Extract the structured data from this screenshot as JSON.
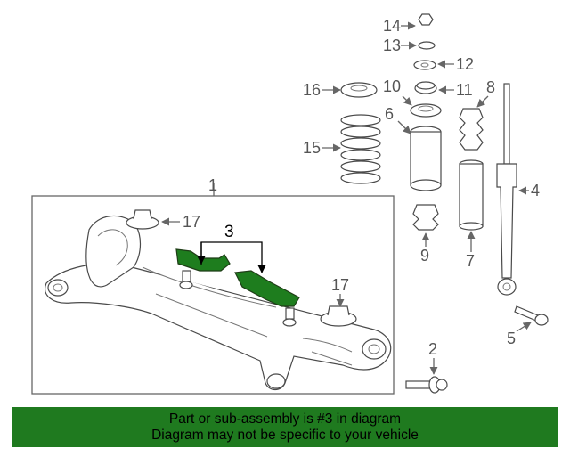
{
  "callouts": {
    "c1": "1",
    "c2": "2",
    "c3": "3",
    "c4": "4",
    "c5": "5",
    "c6": "6",
    "c7": "7",
    "c8": "8",
    "c9": "9",
    "c10": "10",
    "c11": "11",
    "c12": "12",
    "c13": "13",
    "c14": "14",
    "c15": "15",
    "c16": "16",
    "c17a": "17",
    "c17b": "17"
  },
  "banner": {
    "line1": "Part or sub-assembly is #3 in diagram",
    "line2": "Diagram may not be specific to your vehicle"
  },
  "colors": {
    "highlight": "#1e7d1e",
    "banner_bg": "#1f7a1f"
  }
}
